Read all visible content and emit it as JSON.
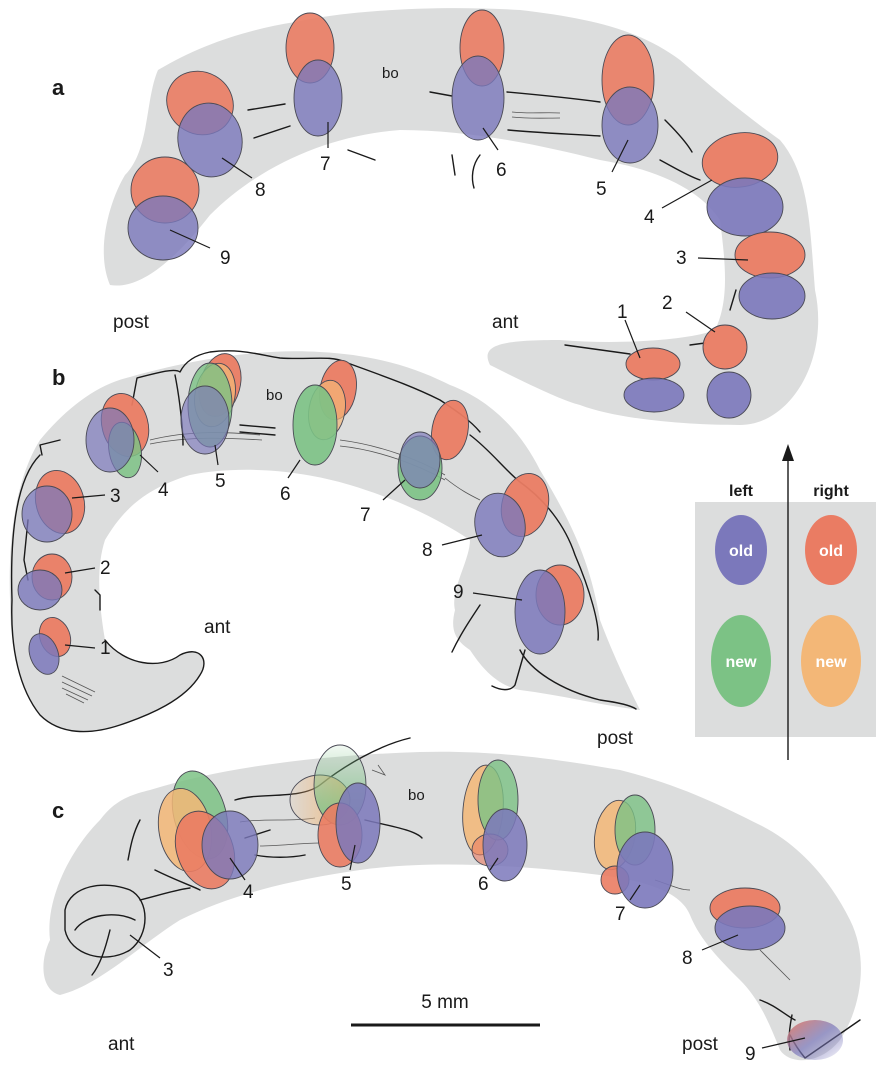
{
  "panels": {
    "a": {
      "letter": "a",
      "bo": "bo",
      "ant": "ant",
      "post": "post",
      "labels": [
        "1",
        "2",
        "3",
        "4",
        "5",
        "6",
        "7",
        "8",
        "9"
      ]
    },
    "b": {
      "letter": "b",
      "bo": "bo",
      "ant": "ant",
      "post": "post",
      "labels": [
        "1",
        "2",
        "3",
        "4",
        "5",
        "6",
        "7",
        "8",
        "9"
      ]
    },
    "c": {
      "letter": "c",
      "bo": "bo",
      "ant": "ant",
      "post": "post",
      "labels": [
        "3",
        "4",
        "5",
        "6",
        "7",
        "8",
        "9"
      ]
    }
  },
  "legend": {
    "left": "left",
    "right": "right",
    "old": "old",
    "new": "new"
  },
  "scale_bar": "5 mm",
  "colors": {
    "left_old": "#7b78bb",
    "right_old": "#ea7c63",
    "left_new": "#7cc285",
    "right_new": "#f3b777",
    "bone": "#dcdddd"
  }
}
